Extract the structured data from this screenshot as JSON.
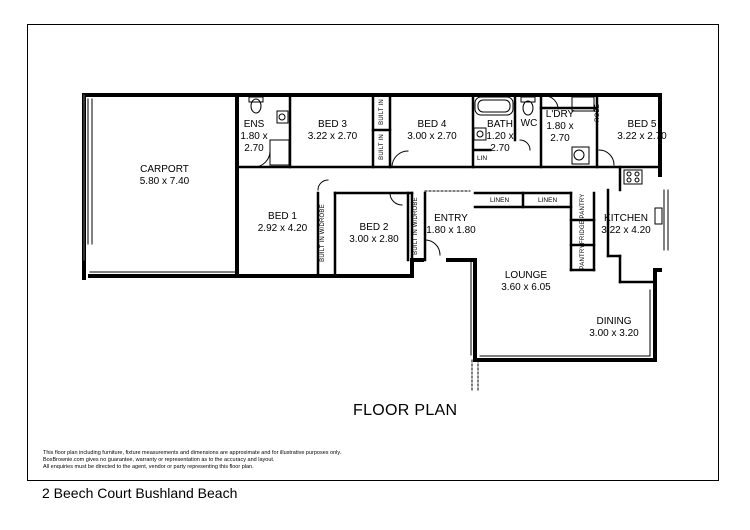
{
  "plan_title": "FLOOR PLAN",
  "address": "2 Beech Court Bushland Beach",
  "disclaimer": [
    "This floor plan including furniture, fixture measurements and dimensions are approximate and for illustrative purposes only.",
    "BoxBrownie.com gives no guarantee, warranty or representation as to the accuracy and layout.",
    "All enquiries must be directed to the agent, vendor or party representing this floor plan."
  ],
  "rooms": {
    "carport": {
      "name": "CARPORT",
      "size": "5.80 x 7.40"
    },
    "ens": {
      "name": "ENS",
      "size_1": "1.80 x",
      "size_2": "2.70"
    },
    "bed3": {
      "name": "BED 3",
      "size": "3.22 x 2.70"
    },
    "bed4": {
      "name": "BED 4",
      "size": "3.00 x 2.70"
    },
    "bath": {
      "name": "BATH",
      "size_1": "1.20 x",
      "size_2": "2.70"
    },
    "wc": {
      "name": "WC"
    },
    "ldry": {
      "name": "L'DRY",
      "size_1": "1.80 x",
      "size_2": "2.70"
    },
    "bed5": {
      "name": "BED 5",
      "size": "3.22 x 2.70"
    },
    "bed1": {
      "name": "BED 1",
      "size": "2.92 x 4.20"
    },
    "bed2": {
      "name": "BED 2",
      "size": "3.00 x 2.80"
    },
    "entry": {
      "name": "ENTRY",
      "size": "1.80 x 1.80"
    },
    "kitchen": {
      "name": "KITCHEN",
      "size": "3.22 x 4.20"
    },
    "lounge": {
      "name": "LOUNGE",
      "size": "3.60 x 6.05"
    },
    "dining": {
      "name": "DINING",
      "size": "3.00 x 3.20"
    }
  },
  "fixtures": {
    "built_in_bed4": "BUILT IN",
    "built_in_bed3": "BUILT IN",
    "bed1_wardrobe": "BUILT IN W/DROBE",
    "bed2_wardrobe": "BUILT IN W/DROBE",
    "robe": "ROBE",
    "lin": "LIN",
    "linen_1": "LINEN",
    "linen_2": "LINEN",
    "pantry_1": "PANTRY",
    "fridge": "FRIDGE",
    "pantry_2": "PANTRY"
  }
}
